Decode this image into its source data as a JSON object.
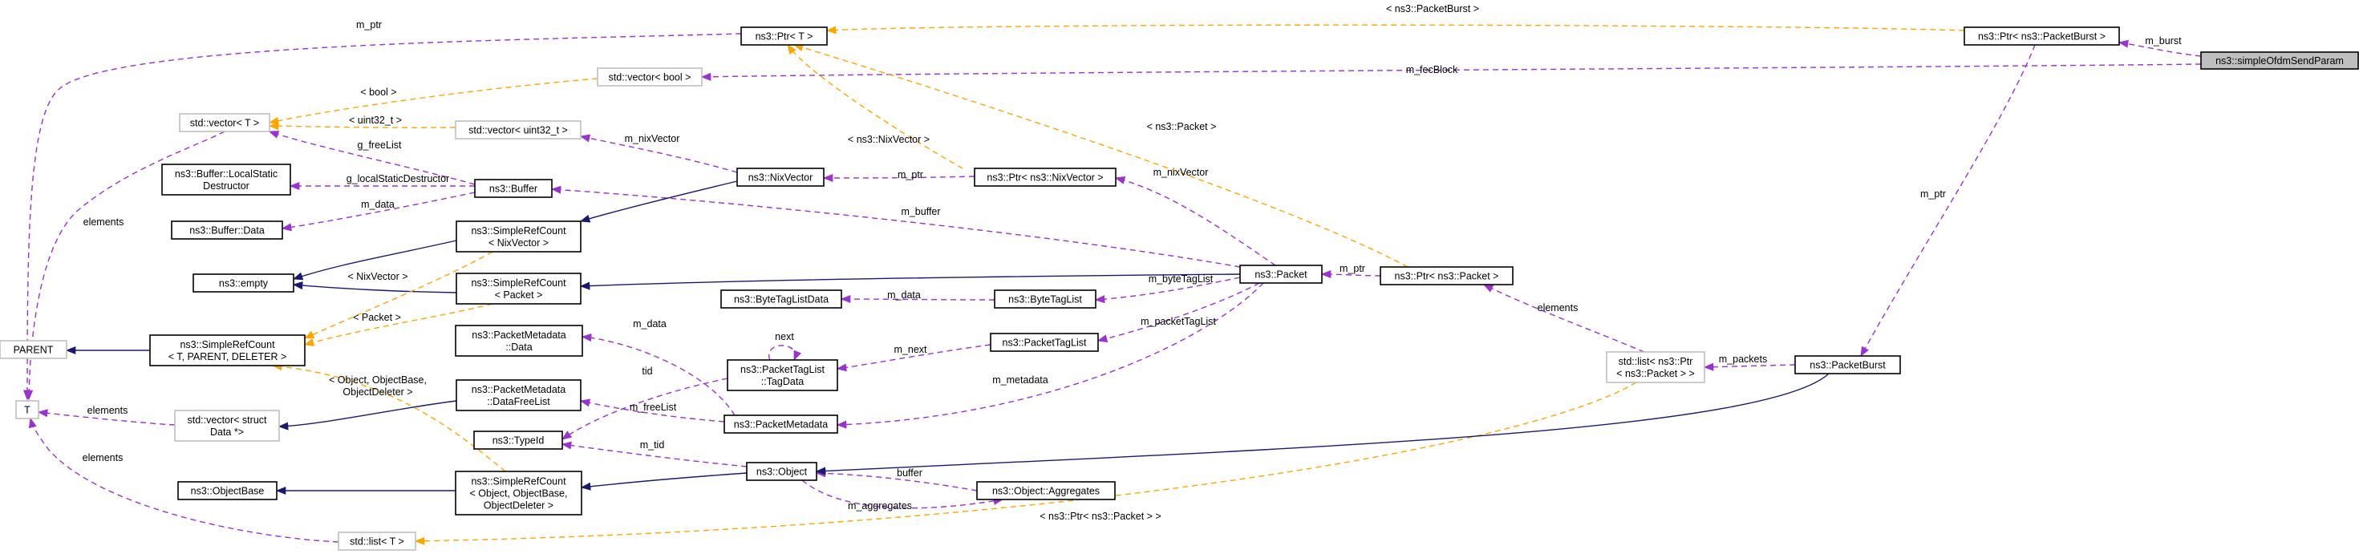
{
  "title": "",
  "colors": {
    "usage_edge": "#9a32cd",
    "template_edge": "#ffa500",
    "inherit_edge": "#191970",
    "root_fill": "#bfbfbf",
    "external_node_border": "#bfbfbf"
  },
  "nodes": [
    {
      "id": "ptr_t",
      "lines": [
        "ns3::Ptr< T >"
      ],
      "style": "normal"
    },
    {
      "id": "ptr_packetburst",
      "lines": [
        "ns3::Ptr< ns3::PacketBurst >"
      ],
      "style": "normal"
    },
    {
      "id": "simpleofdm",
      "lines": [
        "ns3::simpleOfdmSendParam"
      ],
      "style": "root"
    },
    {
      "id": "vector_bool",
      "lines": [
        "std::vector< bool >"
      ],
      "style": "gray"
    },
    {
      "id": "vector_t",
      "lines": [
        "std::vector< T >"
      ],
      "style": "gray"
    },
    {
      "id": "vector_uint32",
      "lines": [
        "std::vector< uint32_t >"
      ],
      "style": "gray"
    },
    {
      "id": "buffer_lsd",
      "lines": [
        "ns3::Buffer::LocalStatic",
        "Destructor"
      ],
      "style": "normal"
    },
    {
      "id": "buffer_data",
      "lines": [
        "ns3::Buffer::Data"
      ],
      "style": "normal"
    },
    {
      "id": "buffer",
      "lines": [
        "ns3::Buffer"
      ],
      "style": "normal"
    },
    {
      "id": "nixvector",
      "lines": [
        "ns3::NixVector"
      ],
      "style": "normal"
    },
    {
      "id": "ptr_nixvector",
      "lines": [
        "ns3::Ptr< ns3::NixVector >"
      ],
      "style": "normal"
    },
    {
      "id": "src_nixvector",
      "lines": [
        "ns3::SimpleRefCount",
        "< NixVector >"
      ],
      "style": "normal"
    },
    {
      "id": "empty",
      "lines": [
        "ns3::empty"
      ],
      "style": "normal"
    },
    {
      "id": "src_packet",
      "lines": [
        "ns3::SimpleRefCount",
        "< Packet >"
      ],
      "style": "normal"
    },
    {
      "id": "parent",
      "lines": [
        "PARENT"
      ],
      "style": "gray"
    },
    {
      "id": "src_t",
      "lines": [
        "ns3::SimpleRefCount",
        "< T, PARENT, DELETER >"
      ],
      "style": "normal"
    },
    {
      "id": "t",
      "lines": [
        "T"
      ],
      "style": "gray"
    },
    {
      "id": "vector_struct",
      "lines": [
        "std::vector< struct",
        "Data *>"
      ],
      "style": "gray"
    },
    {
      "id": "pm_data",
      "lines": [
        "ns3::PacketMetadata",
        "::Data"
      ],
      "style": "normal"
    },
    {
      "id": "pm_dfl",
      "lines": [
        "ns3::PacketMetadata",
        "::DataFreeList"
      ],
      "style": "normal"
    },
    {
      "id": "typeid",
      "lines": [
        "ns3::TypeId"
      ],
      "style": "normal"
    },
    {
      "id": "objectbase",
      "lines": [
        "ns3::ObjectBase"
      ],
      "style": "normal"
    },
    {
      "id": "src_object",
      "lines": [
        "ns3::SimpleRefCount",
        "< Object, ObjectBase,",
        "ObjectDeleter >"
      ],
      "style": "normal"
    },
    {
      "id": "list_t",
      "lines": [
        "std::list< T >"
      ],
      "style": "gray"
    },
    {
      "id": "bytetaglistdata",
      "lines": [
        "ns3::ByteTagListData"
      ],
      "style": "normal"
    },
    {
      "id": "bytetaglist",
      "lines": [
        "ns3::ByteTagList"
      ],
      "style": "normal"
    },
    {
      "id": "ptl_tagdata",
      "lines": [
        "ns3::PacketTagList",
        "::TagData"
      ],
      "style": "normal"
    },
    {
      "id": "packettaglist",
      "lines": [
        "ns3::PacketTagList"
      ],
      "style": "normal"
    },
    {
      "id": "packetmetadata",
      "lines": [
        "ns3::PacketMetadata"
      ],
      "style": "normal"
    },
    {
      "id": "object",
      "lines": [
        "ns3::Object"
      ],
      "style": "normal"
    },
    {
      "id": "object_agg",
      "lines": [
        "ns3::Object::Aggregates"
      ],
      "style": "normal"
    },
    {
      "id": "packet",
      "lines": [
        "ns3::Packet"
      ],
      "style": "normal"
    },
    {
      "id": "ptr_packet",
      "lines": [
        "ns3::Ptr< ns3::Packet >"
      ],
      "style": "normal"
    },
    {
      "id": "list_ptr_packet",
      "lines": [
        "std::list< ns3::Ptr",
        "< ns3::Packet > >"
      ],
      "style": "gray"
    },
    {
      "id": "packetburst",
      "lines": [
        "ns3::PacketBurst"
      ],
      "style": "normal"
    }
  ],
  "edges": [
    {
      "id": "e_mptr_t",
      "kind": "usage",
      "label": "m_ptr"
    },
    {
      "id": "e_pb_ptrt",
      "kind": "template",
      "label": "< ns3::PacketBurst >"
    },
    {
      "id": "e_mburst",
      "kind": "usage",
      "label": "m_burst"
    },
    {
      "id": "e_fecblock",
      "kind": "usage",
      "label": "m_fecBlock"
    },
    {
      "id": "e_bool",
      "kind": "template",
      "label": "< bool >"
    },
    {
      "id": "e_uint32",
      "kind": "template",
      "label": "< uint32_t >"
    },
    {
      "id": "e_elements_vt",
      "kind": "usage",
      "label": "elements"
    },
    {
      "id": "e_gfreelist",
      "kind": "usage",
      "label": "g_freeList"
    },
    {
      "id": "e_nixvector",
      "kind": "usage",
      "label": "m_nixVector"
    },
    {
      "id": "e_glsd",
      "kind": "usage",
      "label": "g_localStaticDestructor"
    },
    {
      "id": "e_mdata_buf",
      "kind": "usage",
      "label": "m_data"
    },
    {
      "id": "e_mptr_nix",
      "kind": "usage",
      "label": "m_ptr"
    },
    {
      "id": "e_nix_template",
      "kind": "template",
      "label": "< ns3::NixVector >"
    },
    {
      "id": "e_packet_template",
      "kind": "template",
      "label": "< ns3::Packet >"
    },
    {
      "id": "e_mnixvector",
      "kind": "usage",
      "label": "m_nixVector"
    },
    {
      "id": "e_mbuffer",
      "kind": "usage",
      "label": "m_buffer"
    },
    {
      "id": "e_src_nix_empty",
      "kind": "inherit",
      "label": ""
    },
    {
      "id": "e_nix_src",
      "kind": "inherit",
      "label": ""
    },
    {
      "id": "e_srcpkt_empty",
      "kind": "inherit",
      "label": ""
    },
    {
      "id": "e_pkt_src",
      "kind": "inherit",
      "label": ""
    },
    {
      "id": "e_tmpl_nix",
      "kind": "template",
      "label": "< NixVector >"
    },
    {
      "id": "e_tmpl_pkt",
      "kind": "template",
      "label": "< Packet >"
    },
    {
      "id": "e_src_parent",
      "kind": "inherit",
      "label": ""
    },
    {
      "id": "e_mptr_pkt",
      "kind": "usage",
      "label": "m_ptr"
    },
    {
      "id": "e_bytetaglist",
      "kind": "usage",
      "label": "m_byteTagList"
    },
    {
      "id": "e_mdata_btl",
      "kind": "usage",
      "label": "m_data"
    },
    {
      "id": "e_packettaglist",
      "kind": "usage",
      "label": "m_packetTagList"
    },
    {
      "id": "e_next_self",
      "kind": "usage",
      "label": "next"
    },
    {
      "id": "e_mnext",
      "kind": "usage",
      "label": "m_next"
    },
    {
      "id": "e_mdata_pm",
      "kind": "usage",
      "label": "m_data"
    },
    {
      "id": "e_tid_td",
      "kind": "usage",
      "label": "tid"
    },
    {
      "id": "e_mfreelist",
      "kind": "usage",
      "label": "m_freeList"
    },
    {
      "id": "e_mmetadata",
      "kind": "usage",
      "label": "m_metadata"
    },
    {
      "id": "e_elements_struct",
      "kind": "usage",
      "label": "elements"
    },
    {
      "id": "e_vs_dfl",
      "kind": "inherit",
      "label": ""
    },
    {
      "id": "e_tmpl_obj",
      "kind": "template",
      "label": "< Object, ObjectBase,\nObjectDeleter >"
    },
    {
      "id": "e_mtid",
      "kind": "usage",
      "label": "m_tid"
    },
    {
      "id": "e_src_objbase",
      "kind": "inherit",
      "label": ""
    },
    {
      "id": "e_obj_src",
      "kind": "inherit",
      "label": ""
    },
    {
      "id": "e_buffer",
      "kind": "usage",
      "label": "buffer"
    },
    {
      "id": "e_maggregates",
      "kind": "usage",
      "label": "m_aggregates"
    },
    {
      "id": "e_elements_list",
      "kind": "usage",
      "label": "elements"
    },
    {
      "id": "e_tmpl_list",
      "kind": "template",
      "label": "< ns3::Ptr< ns3::Packet > >"
    },
    {
      "id": "e_elements_ptrpkt",
      "kind": "usage",
      "label": "elements"
    },
    {
      "id": "e_mpackets",
      "kind": "usage",
      "label": "m_packets"
    },
    {
      "id": "e_mptr_burst",
      "kind": "usage",
      "label": "m_ptr"
    },
    {
      "id": "e_pb_object",
      "kind": "inherit",
      "label": ""
    }
  ]
}
